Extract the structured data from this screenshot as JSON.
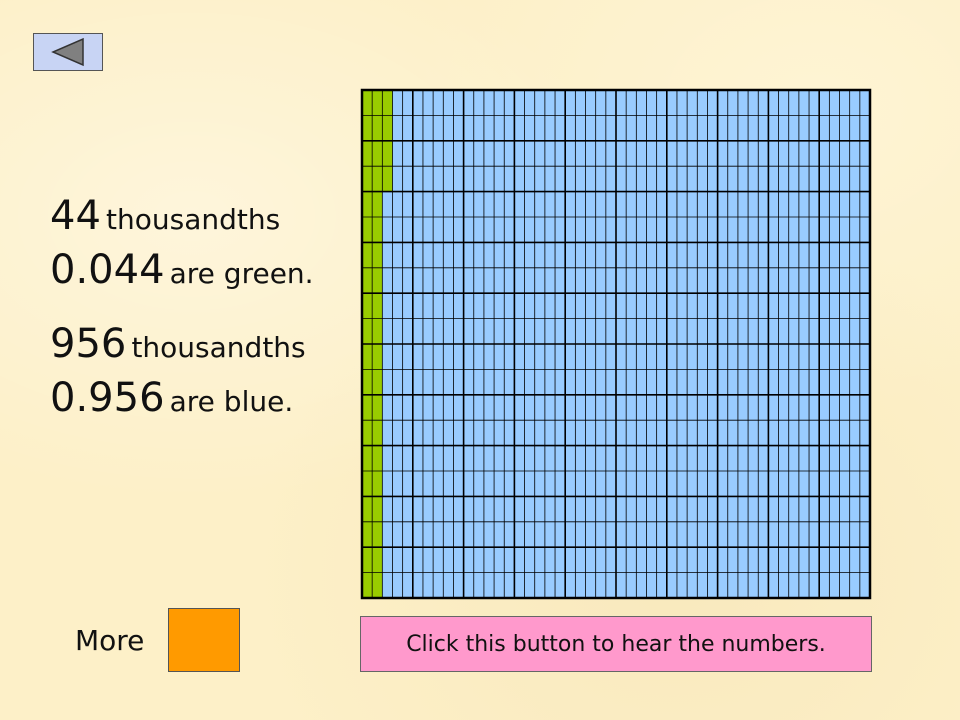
{
  "navigation": {
    "back_icon": "left-triangle-icon"
  },
  "green_info": {
    "count": "44",
    "unit": "thousandths",
    "decimal": "0.044",
    "suffix": "are green."
  },
  "blue_info": {
    "count": "956",
    "unit": "thousandths",
    "decimal": "0.956",
    "suffix": "are blue."
  },
  "more": {
    "label": "More"
  },
  "hear_button": {
    "label": "Click this button to hear the numbers."
  },
  "grid": {
    "columns": 50,
    "rows": 20,
    "total_parts": 1000,
    "green_parts": 44,
    "blue_parts": 956,
    "green_color": "#99cc00",
    "blue_color": "#99ccff",
    "line_color": "#000000"
  },
  "colors": {
    "background": "#fdf0c8",
    "more_button": "#ff9a00",
    "hear_button": "#ff99cc",
    "back_button": "#c8d4f4"
  }
}
